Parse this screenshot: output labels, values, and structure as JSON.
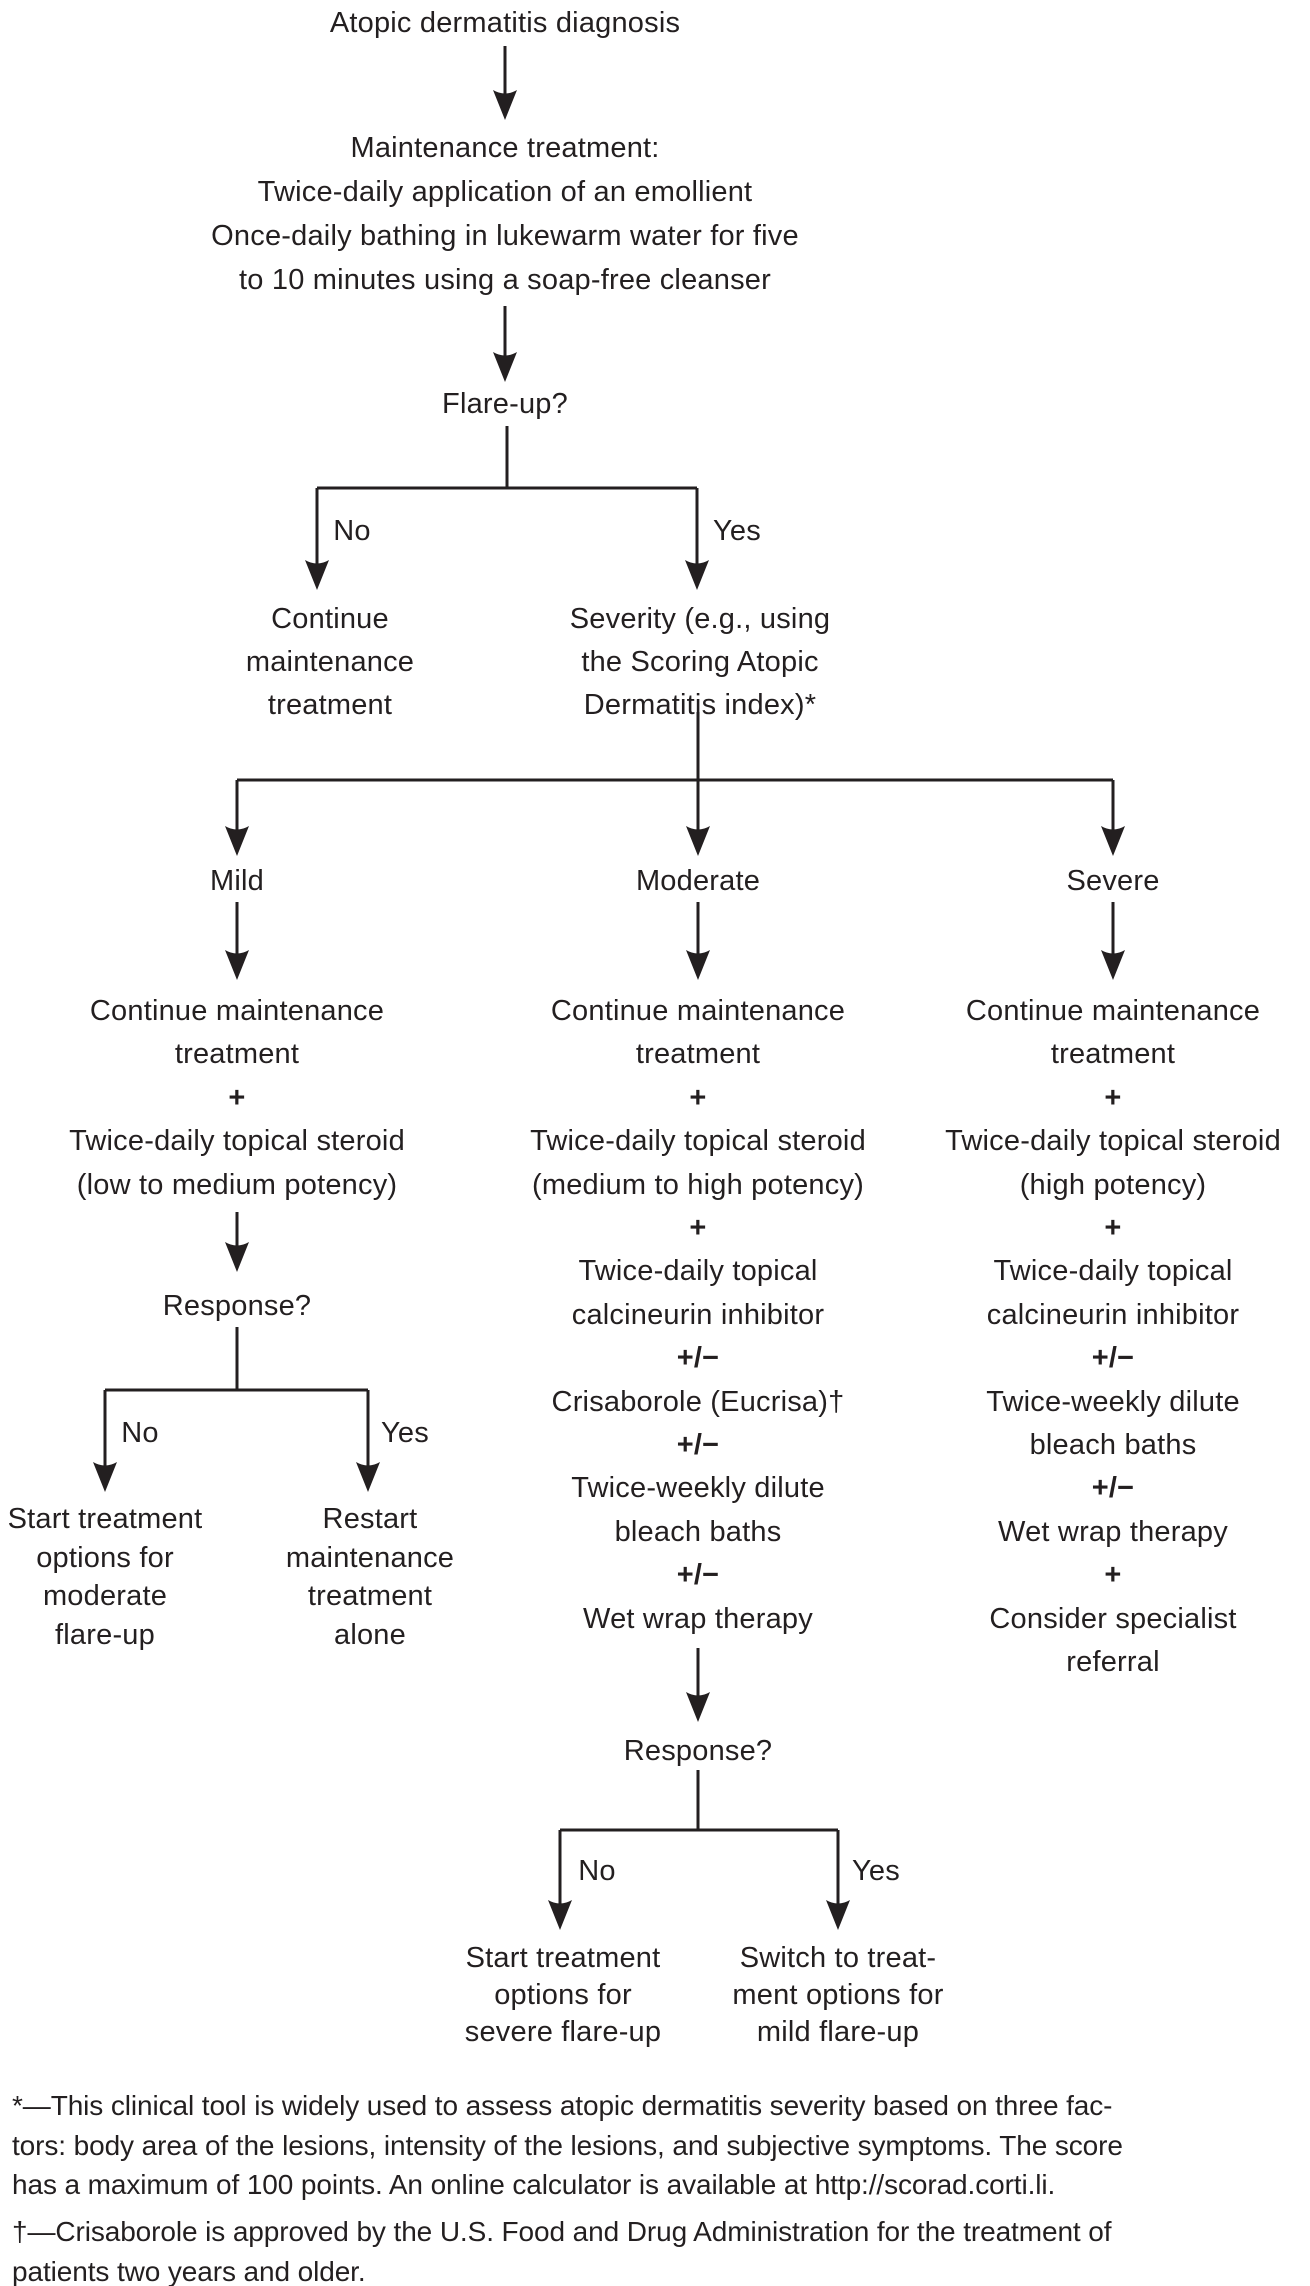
{
  "figure": {
    "title": "Atopic dermatitis diagnosis",
    "maintenance_block": "Maintenance treatment:\nTwice-daily application of an emollient\nOnce-daily bathing in lukewarm water for five\nto 10 minutes using a soap-free cleanser",
    "flare_up": {
      "question": "Flare-up?",
      "no_label": "No",
      "yes_label": "Yes",
      "no_result": "Continue\nmaintenance\ntreatment",
      "yes_result": "Severity (e.g., using\nthe Scoring Atopic\nDermatitis index)*"
    },
    "severity": {
      "mild": {
        "label": "Mild",
        "treatment_lines": [
          "Continue maintenance",
          "treatment",
          "+",
          "Twice-daily topical steroid",
          "(low to medium potency)"
        ]
      },
      "moderate": {
        "label": "Moderate",
        "treatment_lines": [
          "Continue maintenance",
          "treatment",
          "+",
          "Twice-daily topical steroid",
          "(medium to high potency)",
          "+",
          "Twice-daily topical",
          "calcineurin inhibitor",
          "+/−",
          "Crisaborole (Eucrisa)†",
          "+/−",
          "Twice-weekly dilute",
          "bleach baths",
          "+/−",
          "Wet wrap therapy"
        ]
      },
      "severe": {
        "label": "Severe",
        "treatment_lines": [
          "Continue maintenance",
          "treatment",
          "+",
          "Twice-daily topical steroid",
          "(high potency)",
          "+",
          "Twice-daily topical",
          "calcineurin inhibitor",
          "+/−",
          "Twice-weekly dilute",
          "bleach baths",
          "+/−",
          "Wet wrap therapy",
          "+",
          "Consider specialist",
          "referral"
        ]
      }
    },
    "mild_response": {
      "question": "Response?",
      "no_label": "No",
      "yes_label": "Yes",
      "no_result": "Start treatment\noptions for\nmoderate\nflare-up",
      "yes_result": "Restart\nmaintenance\ntreatment\nalone"
    },
    "moderate_response": {
      "question": "Response?",
      "no_label": "No",
      "yes_label": "Yes",
      "no_result": "Start treatment\noptions for\nsevere flare-up",
      "yes_result": "Switch to treat-\nment options for\nmild flare-up"
    },
    "footnotes": {
      "scorad": "*—This clinical tool is widely used to assess atopic dermatitis severity based on three fac-\ntors: body area of the lesions, intensity of the lesions, and subjective symptoms. The score\nhas a maximum of 100 points. An online calculator is available at http://scorad.corti.li.",
      "crisaborole": "†—Crisaborole is approved by the U.S. Food and Drug Administration for the treatment of\npatients two years and older."
    },
    "colors": {
      "ink": "#231f20",
      "background": "#ffffff"
    }
  }
}
